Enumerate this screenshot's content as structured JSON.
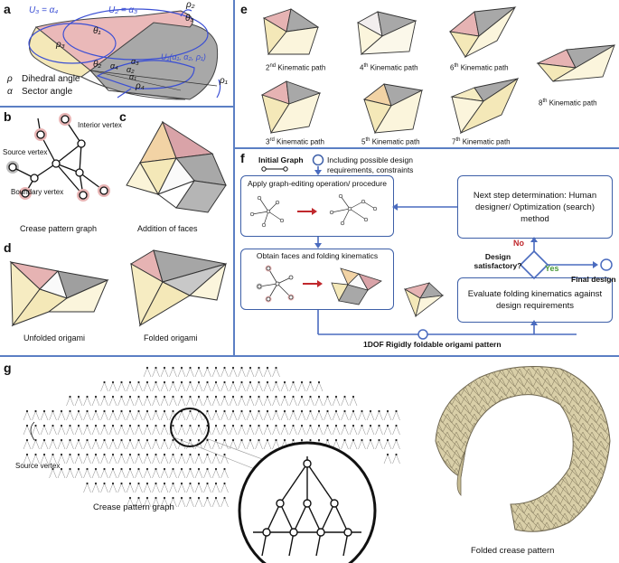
{
  "panels": {
    "a": "a",
    "b": "b",
    "c": "c",
    "d": "d",
    "e": "e",
    "f": "f",
    "g": "g"
  },
  "a": {
    "u3": "U₃ = α₄",
    "u2": "U₂ = α₃",
    "u1": "U₁(α₁, α₂, ρ₁)",
    "theta1": "θ₁",
    "theta2": "θ₂",
    "theta3": "θ₃",
    "rho1": "ρ₁",
    "rho2": "ρ₂",
    "rho3": "ρ₃",
    "rho4": "ρ₄",
    "alpha1": "α₁",
    "alpha2": "α₂",
    "alpha3": "α₃",
    "alpha4": "α₄",
    "legend": [
      {
        "sym": "ρ",
        "text": "Dihedral angle"
      },
      {
        "sym": "α",
        "text": "Sector angle"
      }
    ]
  },
  "b": {
    "interior": "Interior vertex",
    "source": "Source vertex",
    "boundary": "Boundary vertex",
    "caption": "Crease pattern graph"
  },
  "c": {
    "caption": "Addition of faces"
  },
  "d": {
    "unfolded": "Unfolded origami",
    "folded": "Folded origami"
  },
  "e": {
    "paths": [
      {
        "num": "2",
        "sup": "nd",
        "text": " Kinematic path"
      },
      {
        "num": "4",
        "sup": "th",
        "text": " Kinematic path"
      },
      {
        "num": "6",
        "sup": "th",
        "text": " Kinematic path"
      },
      {
        "num": "8",
        "sup": "th",
        "text": " Kinematic path"
      },
      {
        "num": "3",
        "sup": "rd",
        "text": " Kinematic path"
      },
      {
        "num": "5",
        "sup": "th",
        "text": " Kinematic path"
      },
      {
        "num": "7",
        "sup": "th",
        "text": " Kinematic path"
      }
    ]
  },
  "f": {
    "initial_graph": "Initial Graph",
    "including": "Including  possible design requirements, constraints",
    "apply": "Apply graph-editing operation/ procedure",
    "obtain": "Obtain faces and folding kinematics",
    "next_step": "Next step determination: Human designer/ Optimization (search) method",
    "design_q": "Design satisfactory?",
    "no": "No",
    "yes": "Yes",
    "final": "Final design",
    "evaluate": "Evaluate folding kinematics against design requirements",
    "pattern": "1DOF Rigidly foldable origami pattern"
  },
  "g": {
    "source": "Source vertex",
    "graph": "Crease pattern graph",
    "folded": "Folded crease pattern"
  },
  "colors": {
    "divider": "#5b7fc4",
    "box": "#3d5fa8",
    "pink": "#e8b4b4",
    "yellow": "#f3e6b5",
    "grey": "#9a9a9a",
    "sand": "#d8cda5",
    "red": "#c0282d",
    "green": "#4a9a3a"
  }
}
